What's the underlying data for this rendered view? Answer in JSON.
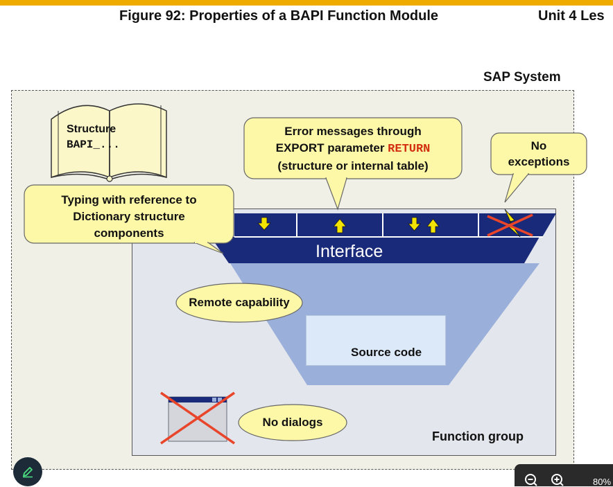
{
  "header": {
    "figure_title": "Figure 92: Properties of a BAPI Function Module",
    "unit_label": "Unit 4 Les"
  },
  "diagram": {
    "system_label": "SAP System",
    "function_group_label": "Function group",
    "interface_label": "Interface",
    "source_code_label": "Source code",
    "book": {
      "line1": "Structure",
      "line2": "BAPI_..."
    },
    "callouts": {
      "typing": [
        "Typing with reference to",
        "Dictionary structure",
        "components"
      ],
      "error_line1": "Error messages through",
      "error_line2_prefix": "EXPORT parameter ",
      "error_line2_code": "RETURN",
      "error_line3": "(structure or internal table)",
      "no_exceptions": [
        "No",
        "exceptions"
      ],
      "remote": "Remote capability",
      "no_dialogs": "No dialogs"
    },
    "interface_slots": [
      "import-arrow-icon",
      "export-arrow-icon",
      "changing-arrows-icon",
      "exception-lightning-icon"
    ],
    "colors": {
      "interface_bar": "#1a2a7a",
      "funnel": "#9aafd9",
      "callout_fill": "#fdf8a8",
      "cross": "#e8452b",
      "arrow": "#f2e300"
    }
  },
  "viewer": {
    "zoom_level": "80%",
    "edit_icon": "pencil-icon",
    "zoom_out_icon": "zoom-out-icon",
    "zoom_in_icon": "zoom-in-icon"
  }
}
